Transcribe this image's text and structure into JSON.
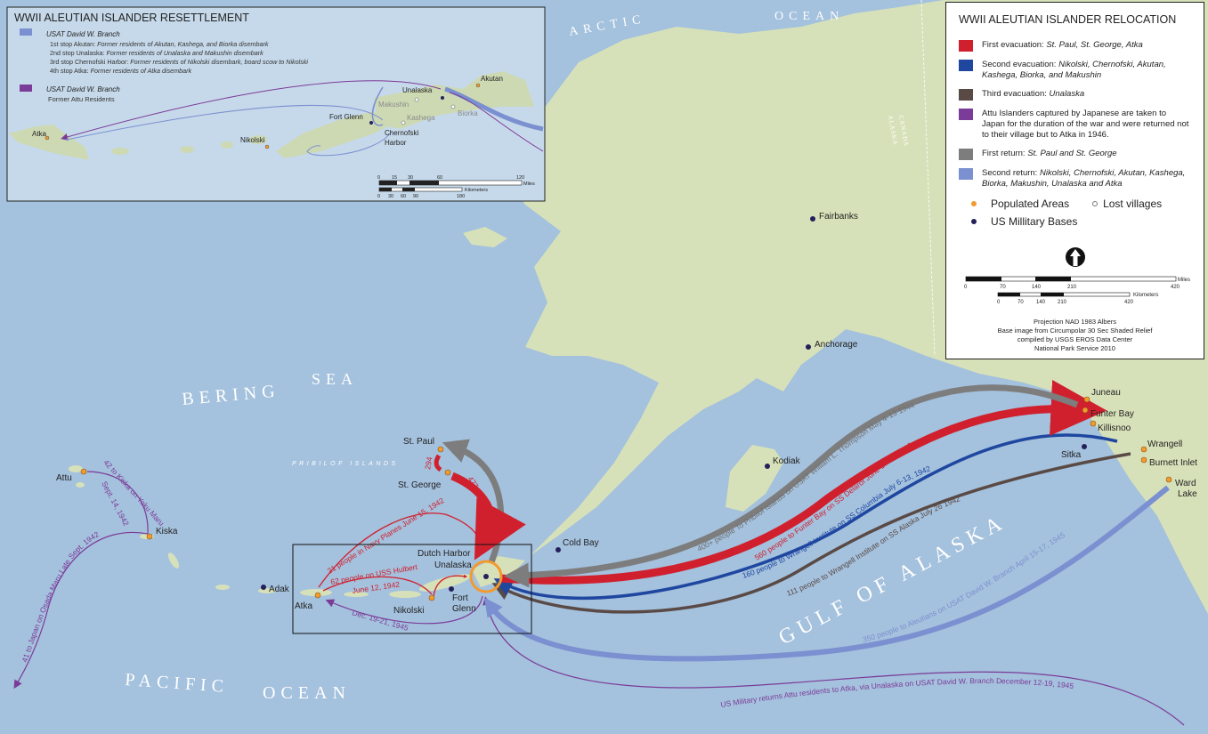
{
  "colors": {
    "water": "#a4c1dd",
    "land": "#d7e1b9",
    "first_evac": "#d0202e",
    "second_evac": "#1f47a0",
    "third_evac": "#5a4a45",
    "attu": "#7b3b98",
    "first_return": "#7d7d7d",
    "second_return": "#7b90d0",
    "populated": "#f29a2e",
    "military": "#24205a"
  },
  "sea_labels": {
    "arctic": "ARCTIC",
    "ocean_n": "OCEAN",
    "bering": "BERING",
    "sea": "SEA",
    "gulf": "GULF OF ALASKA",
    "pacific": "PACIFIC",
    "ocean_s": "OCEAN",
    "pribilof": "PRIBILOF ISLANDS",
    "canada": "CANADA",
    "alaska": "ALASKA"
  },
  "places": {
    "fairbanks": "Fairbanks",
    "anchorage": "Anchorage",
    "kodiak": "Kodiak",
    "cold_bay": "Cold Bay",
    "juneau": "Juneau",
    "funter_bay": "Funter Bay",
    "killisnoo": "Killisnoo",
    "sitka": "Sitka",
    "wrangell": "Wrangell",
    "burnett": "Burnett Inlet",
    "ward": "Ward",
    "lake": "Lake",
    "st_paul": "St. Paul",
    "st_george": "St. George",
    "dutch": "Dutch Harbor",
    "unalaska": "Unalaska",
    "fort": "Fort",
    "glenn": "Glenn",
    "nikolski": "Nikolski",
    "atka": "Atka",
    "adak": "Adak",
    "attu": "Attu",
    "kiska": "Kiska"
  },
  "routes": {
    "gray_return": "400+ people To Pribilof Islands on USAT William L. Thompson   May 4-13 1944",
    "red_evac": "560 people to Funter Bay on SS Delarof   June 17-24 1942",
    "blue_evac": "160 people to Wrangell Institute on SS Columbia   July 6-13, 1942",
    "brown_evac": "111 people to Wrangell Institute on SS Alaska   July 26 1942",
    "lightblue_return": "350 people to Aleutians on USAT David W. Branch   April 15-17, 1945",
    "purple_return": "US Military returns Attu residents to Atka, via Unalaska on USAT David W. Branch      December 12-19, 1945",
    "stgeorge_count": "477 people",
    "stpaul_count": "294",
    "navy_planes": "21 people in Navy Planes June 15, 1942",
    "hulbert": "62 people on USS Hulbert",
    "hulbert_date": "June 12, 1942",
    "atka_return": "Dec. 19-21, 1945",
    "attu_kiska": "42 to Kiska on Yoku Maru",
    "attu_kiska_date": "Sept. 14, 1942",
    "kiska_japan": "41 to Japan on Osada Maru   Late Sept. 1942"
  },
  "inset": {
    "title": "WWII ALEUTIAN ISLANDER RESETTLEMENT",
    "ship1": "USAT David W. Branch",
    "stops": [
      {
        "stop": "1st stop Akutan:",
        "desc": "Former residents of Akutan, Kashega, and Biorka disembark"
      },
      {
        "stop": "2nd stop Unalaska:",
        "desc": "Former residents of Unalaska and Makushin disembark"
      },
      {
        "stop": "3rd stop Chernofski Harbor:",
        "desc": "Former residents of Nikolski disembark, board scow to Nikolski"
      },
      {
        "stop": "4th stop Atka:",
        "desc": "Former residents of Atka disembark"
      }
    ],
    "ship2": "USAT David W. Branch",
    "ship2_desc": "Former Attu Residents",
    "places": {
      "akutan": "Akutan",
      "unalaska": "Unalaska",
      "makushin": "Makushin",
      "kashega": "Kashega",
      "biorka": "Biorka",
      "fort_glenn": "Fort Glenn",
      "chernofski": "Chernofski",
      "harbor": "Harbor",
      "nikolski": "Nikolski",
      "atka": "Atka"
    },
    "scale_miles": [
      "0",
      "15",
      "30",
      "60",
      "120"
    ],
    "miles": "Miles",
    "scale_km": [
      "0",
      "30",
      "60",
      "90",
      "180"
    ],
    "km": "Kilometers"
  },
  "legend": {
    "title": "WWII ALEUTIAN ISLANDER RELOCATION",
    "items": [
      {
        "label": "First evacuation: ",
        "detail": "St. Paul, St. George, Atka",
        "color": "#d0202e"
      },
      {
        "label": "Second evacuation:  ",
        "detail": "Nikolski, Chernofski, Akutan, Kashega, Biorka, and Makushin",
        "color": "#1f47a0"
      },
      {
        "label": "Third evacuation: ",
        "detail": "Unalaska",
        "color": "#5a4a45"
      },
      {
        "label": "Attu Islanders captured by Japanese are taken to Japan for the duration of the war and were returned not to their village but to Atka in 1946.",
        "detail": "",
        "color": "#7b3b98"
      },
      {
        "label": "First return: ",
        "detail": "St. Paul and St. George",
        "color": "#7d7d7d"
      },
      {
        "label": "Second return: ",
        "detail": "Nikolski, Chernofski, Akutan, Kashega, Biorka, Makushin, Unalaska and Atka",
        "color": "#7b90d0"
      }
    ],
    "populated": "Populated Areas",
    "lost": "Lost villages",
    "military": "US Millitary Bases",
    "north_icon": "north-arrow-icon",
    "scale_miles": [
      "0",
      "70",
      "140",
      "210",
      "420"
    ],
    "miles": "Miles",
    "scale_km": [
      "0",
      "70",
      "140",
      "210",
      "420"
    ],
    "km": "Kilometers",
    "credits": [
      "Projection NAD 1983 Albers",
      "Base image from Circumpolar 30 Sec Shaded Relief",
      "compiled by USGS EROS Data Center",
      "National Park Service 2010"
    ]
  }
}
